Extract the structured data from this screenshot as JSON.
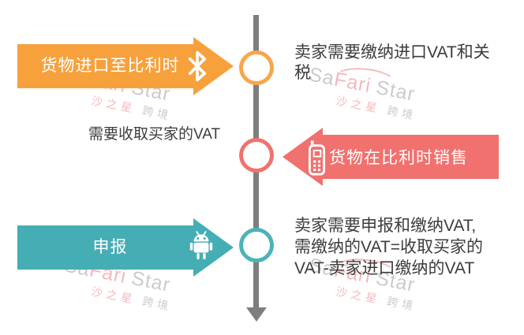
{
  "colors": {
    "line_gray": "#7E7E7E",
    "note_text": "#3C3C3C",
    "watermark_pink": "#F4B9BC",
    "watermark_gray": "#CBCBCB"
  },
  "watermark": {
    "brand": {
      "part1": "Sa",
      "part2": "Fari",
      "part3": "Star"
    },
    "chinese": {
      "pink": "沙之星",
      "gray": "跨境"
    }
  },
  "timeline": {
    "steps": [
      {
        "banner": {
          "label": "货物进口至比利时",
          "icon": "bluetooth-icon",
          "color": "#F7A13D"
        },
        "circle_color": "#F8A64B",
        "note": {
          "lines": [
            "卖家需要缴纳进口VAT和关",
            "税"
          ]
        }
      },
      {
        "banner": {
          "label": "货物在比利时销售",
          "icon": "phone-icon",
          "color": "#F0716E"
        },
        "circle_color": "#F0726E",
        "note": {
          "lines": [
            "需要收取买家的VAT"
          ]
        }
      },
      {
        "banner": {
          "label": "申报",
          "icon": "android-icon",
          "color": "#45AEB4"
        },
        "circle_color": "#4BB3B9",
        "note": {
          "lines": [
            "卖家需要申报和缴纳VAT,",
            "需缴纳的VAT=收取买家的",
            "VAT-卖家进口缴纳的VAT"
          ]
        }
      }
    ]
  }
}
